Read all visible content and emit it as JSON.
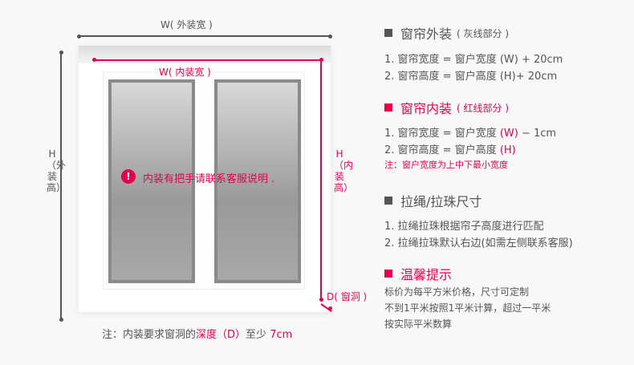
{
  "diagram": {
    "outer_width_label": "W( 外装宽 )",
    "inner_width_label": "W( 内装宽 )",
    "outer_height_label": "H（外装高）",
    "inner_height_label": "H（内装高）",
    "depth_label": "D( 窗洞 )",
    "alert_text": "内装有把手请联系客服说明 .",
    "bottom_note": {
      "prefix": "注：内装要求窗洞的",
      "highlight": "深度（D）",
      "middle": "至少",
      "value": "7cm"
    }
  },
  "sections": [
    {
      "title": "窗帘外装",
      "subtitle": "( 灰线部分 )",
      "color": "#555555",
      "lines": [
        {
          "text": "1. 窗帘宽度 = 窗户宽度 ",
          "var": "(W)",
          "rest": " + 20cm"
        },
        {
          "text": "2. 窗帘高度 = 窗户高度 ",
          "var": "(H)",
          "rest": "+ 20cm"
        }
      ]
    },
    {
      "title": "窗帘内装",
      "subtitle": "( 红线部分 )",
      "color": "#e4004f",
      "lines": [
        {
          "text": "1. 窗帘宽度 = 窗户宽度 ",
          "var": "(W)",
          "rest": " − 1cm"
        },
        {
          "text": "2. 窗帘高度 = 窗户高度 ",
          "var": "(H)",
          "rest": ""
        }
      ],
      "note": "注：窗户宽度为上中下最小宽度"
    },
    {
      "title": "拉绳/拉珠尺寸",
      "color": "#555555",
      "lines": [
        "1. 拉绳拉珠根据帘子高度进行匹配",
        "2. 拉绳拉珠默认右边(如需左侧联系客服)"
      ]
    },
    {
      "title": "温馨提示",
      "color": "#e4004f",
      "lines": [
        "标价为每平方米价格，尺寸可定制",
        "不到1平米按照1平米计算，超过一平米",
        "按实际平米数算"
      ]
    }
  ]
}
